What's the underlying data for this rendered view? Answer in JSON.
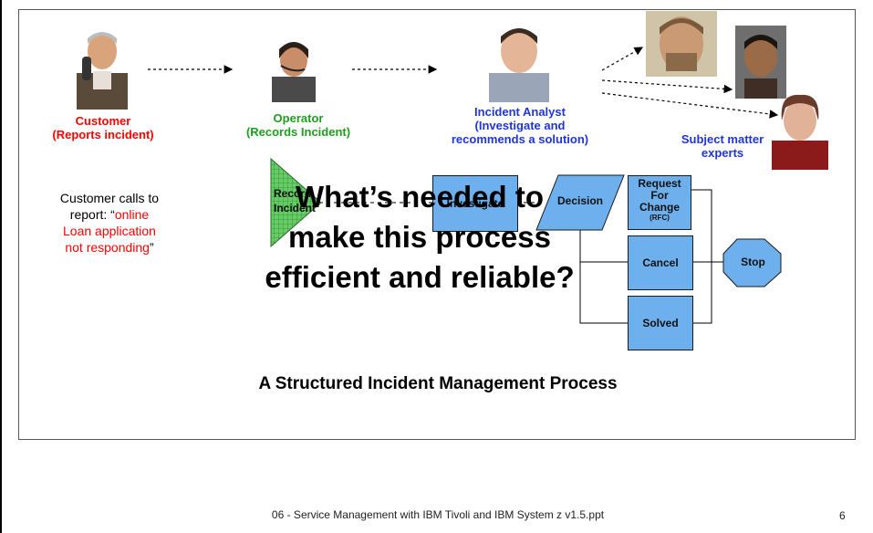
{
  "roles": {
    "customer": {
      "name": "Customer",
      "detail": "(Reports incident)"
    },
    "operator": {
      "name": "Operator",
      "detail": "(Records Incident)"
    },
    "analyst": {
      "name": "Incident Analyst",
      "detail1": "(Investigate and",
      "detail2": "recommends a solution)"
    },
    "experts": {
      "line1": "Subject matter",
      "line2": "experts"
    }
  },
  "description": {
    "line1": "Customer calls to",
    "line2_prefix": "report: “",
    "line2_highlight": "online",
    "line3": "Loan application",
    "line4": "not responding",
    "line4_suffix": "”"
  },
  "flow": {
    "record": "Record Incident",
    "investigate": "Investigate",
    "decision": "Decision",
    "rfc_line1": "Request",
    "rfc_line2": "For",
    "rfc_line3": "Change",
    "rfc_line4": "(RFC)",
    "cancel": "Cancel",
    "solved": "Solved",
    "stop": "Stop"
  },
  "overlay": {
    "line1": "What’s needed to",
    "line2": "make this process",
    "line3": "efficient and reliable?"
  },
  "subtitle": "A Structured Incident Management Process",
  "footer": "06 - Service Management with IBM Tivoli and IBM System z v1.5.ppt",
  "page_number": "6",
  "colors": {
    "customer": "#ff0000",
    "operator": "#1e9e1e",
    "analyst": "#1f35d6",
    "process_box": "#6eb0ee",
    "record_shape": "#66cc66"
  }
}
